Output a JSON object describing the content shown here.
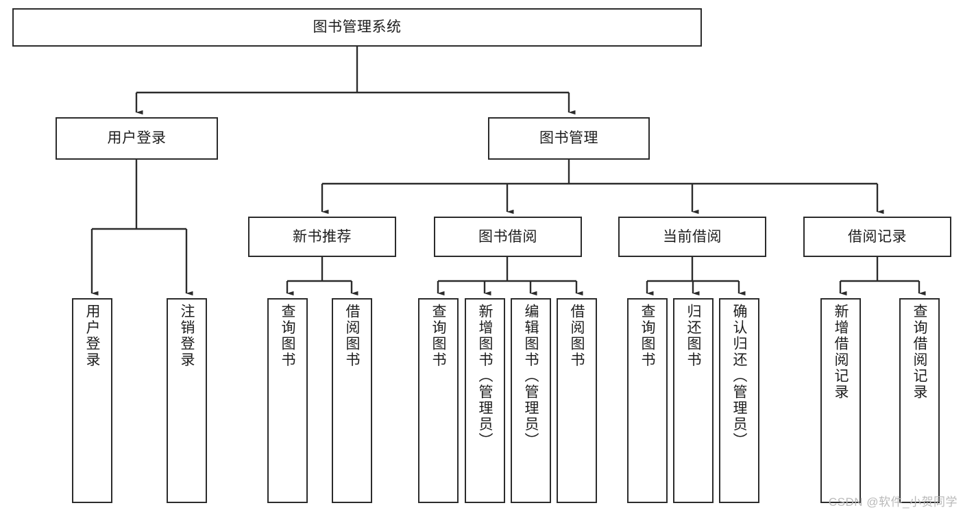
{
  "diagram": {
    "title": "图书管理系统",
    "watermark": "CSDN @软件_小贺同学",
    "stroke_color": "#2b2b2b",
    "text_color": "#1d1d1d",
    "background_color": "#ffffff",
    "watermark_color": "#b9b9b9"
  },
  "root": {
    "label": "图书管理系统"
  },
  "level1": {
    "user_login": {
      "label": "用户登录"
    },
    "book_manage": {
      "label": "图书管理"
    }
  },
  "level2": {
    "new_book_rec": {
      "label": "新书推荐"
    },
    "book_borrow": {
      "label": "图书借阅"
    },
    "current_borrow": {
      "label": "当前借阅"
    },
    "borrow_record": {
      "label": "借阅记录"
    }
  },
  "leaves": {
    "user_login": [
      {
        "label": "用户登录"
      },
      {
        "label": "注销登录"
      }
    ],
    "new_book_rec": [
      {
        "label": "查询图书"
      },
      {
        "label": "借阅图书"
      }
    ],
    "book_borrow": [
      {
        "label": "查询图书"
      },
      {
        "label": "新增图书（管理员）"
      },
      {
        "label": "编辑图书（管理员）"
      },
      {
        "label": "借阅图书"
      }
    ],
    "current_borrow": [
      {
        "label": "查询图书"
      },
      {
        "label": "归还图书"
      },
      {
        "label": "确认归还（管理员）"
      }
    ],
    "borrow_record": [
      {
        "label": "新增借阅记录"
      },
      {
        "label": "查询借阅记录"
      }
    ]
  }
}
